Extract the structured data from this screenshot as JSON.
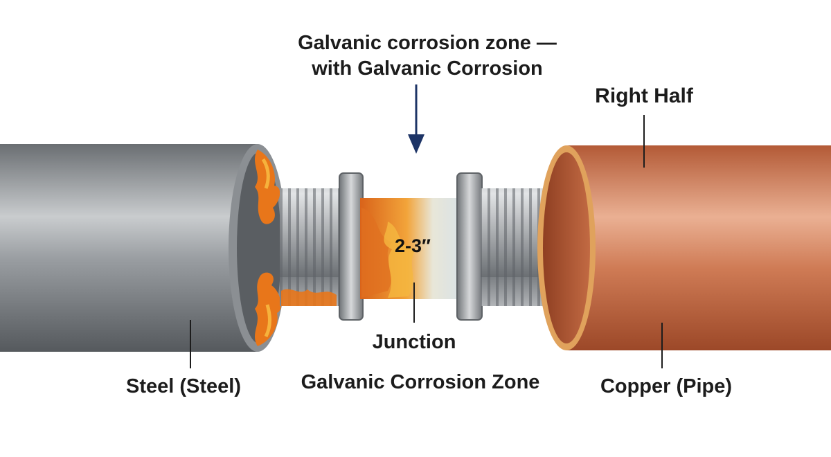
{
  "diagram": {
    "top_title": {
      "line1": "Galvanic corrosion zone —",
      "line2": "with Galvanic Corrosion"
    },
    "measurement": "2-3″",
    "labels": {
      "right_half": "Right Half",
      "junction": "Junction",
      "zone": "Galvanic Corrosion Zone",
      "steel": "Steel (Steel)",
      "copper": "Copper (Pipe)"
    },
    "colors": {
      "steel_pipe": "#7d8185",
      "copper_pipe": "#c9704a",
      "rust": "#e8761a",
      "arrow": "#1d3466",
      "fitting": "#a8acb0"
    },
    "icons": [
      "down-arrow-icon"
    ]
  }
}
